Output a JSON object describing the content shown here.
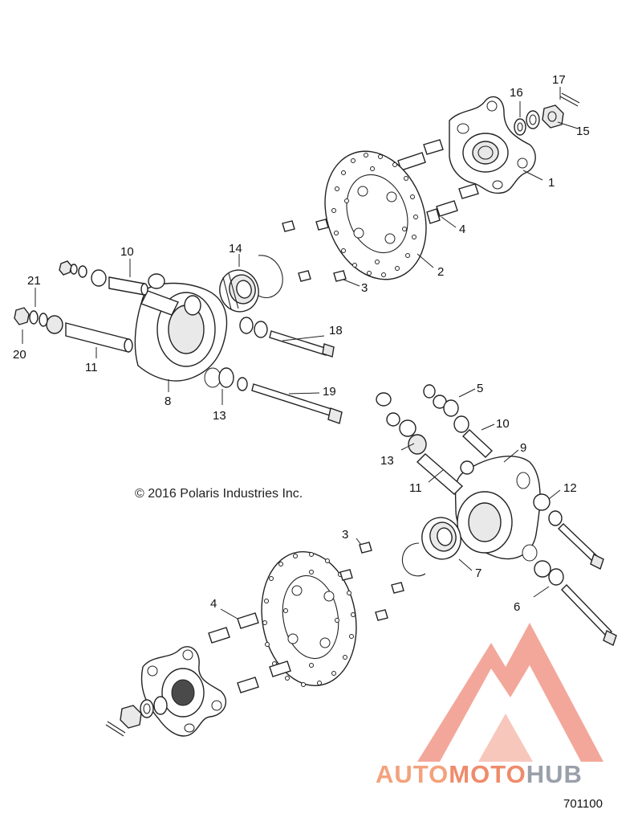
{
  "diagram": {
    "copyright": "© 2016 Polaris Industries Inc.",
    "figure_number": "701100",
    "callouts": [
      "1",
      "2",
      "3",
      "4",
      "5",
      "6",
      "7",
      "8",
      "9",
      "10",
      "11",
      "12",
      "13",
      "14",
      "15",
      "16",
      "17",
      "18",
      "19",
      "20",
      "21"
    ]
  },
  "watermark": {
    "brand_part1": "AUTO",
    "brand_part2": "MOTO",
    "brand_part3": "HUB",
    "color_red": "#f08a7a",
    "color_orange": "#f3a27c",
    "color_gray": "#9aa0aa"
  }
}
